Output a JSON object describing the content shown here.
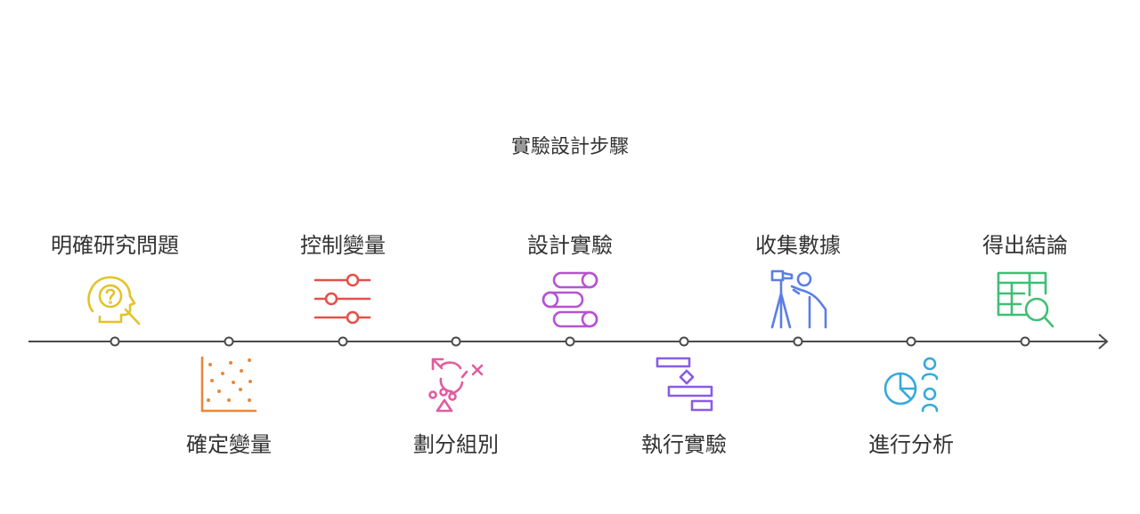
{
  "title": "實驗設計步驟",
  "steps": [
    {
      "label": "明確研究問題",
      "icon": "head-question-search-icon",
      "color": "#e3c327"
    },
    {
      "label": "確定變量",
      "icon": "scatter-plot-icon",
      "color": "#e8883a"
    },
    {
      "label": "控制變量",
      "icon": "sliders-icon",
      "color": "#e2514a"
    },
    {
      "label": "劃分組別",
      "icon": "gender-symbols-icon",
      "color": "#e35c9f"
    },
    {
      "label": "設計實驗",
      "icon": "toggle-pills-icon",
      "color": "#b554d2"
    },
    {
      "label": "執行實驗",
      "icon": "gantt-blocks-icon",
      "color": "#8a5ce6"
    },
    {
      "label": "收集數據",
      "icon": "observer-telescope-icon",
      "color": "#5b7ee5"
    },
    {
      "label": "進行分析",
      "icon": "pie-people-icon",
      "color": "#36a9dc"
    },
    {
      "label": "得出結論",
      "icon": "table-search-icon",
      "color": "#3fbf73"
    }
  ]
}
